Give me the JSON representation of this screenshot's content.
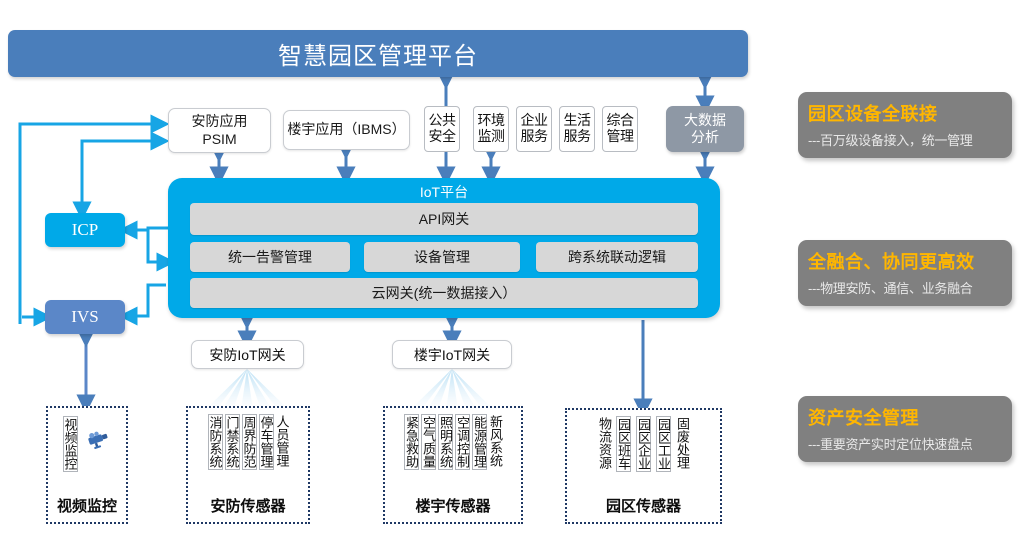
{
  "platform": {
    "title": "智慧园区管理平台"
  },
  "apps": {
    "psim": "安防应用\nPSIM",
    "psim_line1": "安防应用",
    "psim_line2": "PSIM",
    "ibms": "楼宇应用（IBMS）",
    "small": [
      {
        "l1": "公共",
        "l2": "安全"
      },
      {
        "l1": "环境",
        "l2": "监测"
      },
      {
        "l1": "企业",
        "l2": "服务"
      },
      {
        "l1": "生活",
        "l2": "服务"
      },
      {
        "l1": "综合",
        "l2": "管理"
      }
    ],
    "bigdata_l1": "大数据",
    "bigdata_l2": "分析"
  },
  "iot": {
    "title": "IoT平台",
    "api_gateway": "API网关",
    "mid": [
      "统一告警管理",
      "设备管理",
      "跨系统联动逻辑"
    ],
    "cloud_gateway": "云网关(统一数据接入）"
  },
  "nodes": {
    "icp": "ICP",
    "ivs": "IVS"
  },
  "gateways": {
    "security": "安防IoT网关",
    "building": "楼宇IoT网关"
  },
  "sensor_groups": [
    {
      "label": "视频监控",
      "items": [
        "视频监控"
      ],
      "icon": "cctv-camera-icon"
    },
    {
      "label": "安防传感器",
      "items": [
        "消防系统",
        "门禁系统",
        "周界防范",
        "停车管理",
        "人员管理"
      ]
    },
    {
      "label": "楼宇传感器",
      "items": [
        "紧急救助",
        "空气质量",
        "照明系统",
        "空调控制",
        "能源管理",
        "新风系统"
      ]
    },
    {
      "label": "园区传感器",
      "items": [
        "物流资源",
        "园区班车",
        "园区企业",
        "园区工业",
        "固废处理"
      ]
    }
  ],
  "features": [
    {
      "title": "园区设备全联接",
      "sub": "---百万级设备接入，统一管理"
    },
    {
      "title": "全融合、协同更高效",
      "sub": "---物理安防、通信、业务融合"
    },
    {
      "title": "资产安全管理",
      "sub": "---重要资产实时定位快速盘点"
    }
  ],
  "colors": {
    "title_bar": "#4a7ebb",
    "iot_cyan": "#00a9e8",
    "ivs_blue": "#5b87c8",
    "gray_box": "#8e98a5",
    "feature_panel": "#808080",
    "feature_title": "#ffb600",
    "arrow_blue": "#4a7ebb",
    "arrow_cyan": "#00a9e8",
    "dotted_border": "#1f3864"
  }
}
